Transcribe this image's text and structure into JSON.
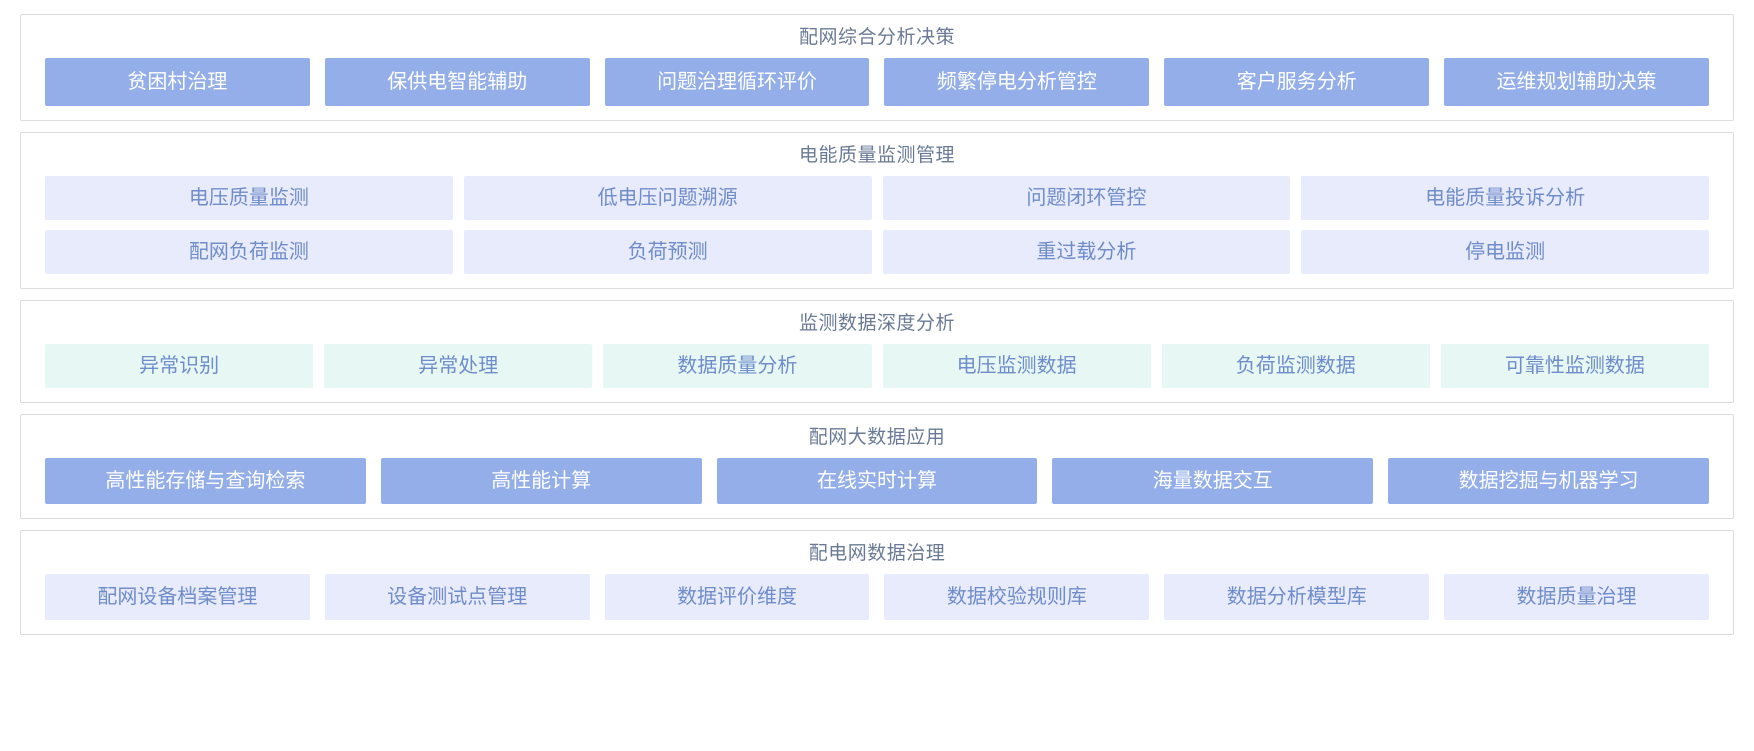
{
  "colors": {
    "solid_fill": "#93aee8",
    "solid_text": "#ffffff",
    "lavender_fill": "#e8ebfb",
    "mint_fill": "#e7f7f4",
    "tile_text": "#6f8ccb",
    "section_title_text": "#6a7a96",
    "section_border": "#dcdcdc",
    "page_background": "#ffffff"
  },
  "sections": [
    {
      "title": "配网综合分析决策",
      "style": "solid",
      "rows": [
        {
          "tiles": [
            {
              "label": "贫困村治理"
            },
            {
              "label": "保供电智能辅助"
            },
            {
              "label": "问题治理循环评价"
            },
            {
              "label": "频繁停电分析管控"
            },
            {
              "label": "客户服务分析"
            },
            {
              "label": "运维规划辅助决策"
            }
          ]
        }
      ]
    },
    {
      "title": "电能质量监测管理",
      "style": "lavender",
      "rows": [
        {
          "tiles": [
            {
              "label": "电压质量监测"
            },
            {
              "label": "低电压问题溯源"
            },
            {
              "label": "问题闭环管控"
            },
            {
              "label": "电能质量投诉分析"
            }
          ]
        },
        {
          "tiles": [
            {
              "label": "配网负荷监测"
            },
            {
              "label": "负荷预测"
            },
            {
              "label": "重过载分析"
            },
            {
              "label": "停电监测"
            }
          ]
        }
      ]
    },
    {
      "title": "监测数据深度分析",
      "style": "mint",
      "rows": [
        {
          "tiles": [
            {
              "label": "异常识别"
            },
            {
              "label": "异常处理"
            },
            {
              "label": "数据质量分析"
            },
            {
              "label": "电压监测数据"
            },
            {
              "label": "负荷监测数据"
            },
            {
              "label": "可靠性监测数据"
            }
          ]
        }
      ]
    },
    {
      "title": "配网大数据应用",
      "style": "solid",
      "rows": [
        {
          "tiles": [
            {
              "label": "高性能存储与查询检索"
            },
            {
              "label": "高性能计算"
            },
            {
              "label": "在线实时计算"
            },
            {
              "label": "海量数据交互"
            },
            {
              "label": "数据挖掘与机器学习"
            }
          ]
        }
      ]
    },
    {
      "title": "配电网数据治理",
      "style": "lavender",
      "rows": [
        {
          "tiles": [
            {
              "label": "配网设备档案管理"
            },
            {
              "label": "设备测试点管理"
            },
            {
              "label": "数据评价维度"
            },
            {
              "label": "数据校验规则库"
            },
            {
              "label": "数据分析模型库"
            },
            {
              "label": "数据质量治理"
            }
          ]
        }
      ]
    }
  ]
}
